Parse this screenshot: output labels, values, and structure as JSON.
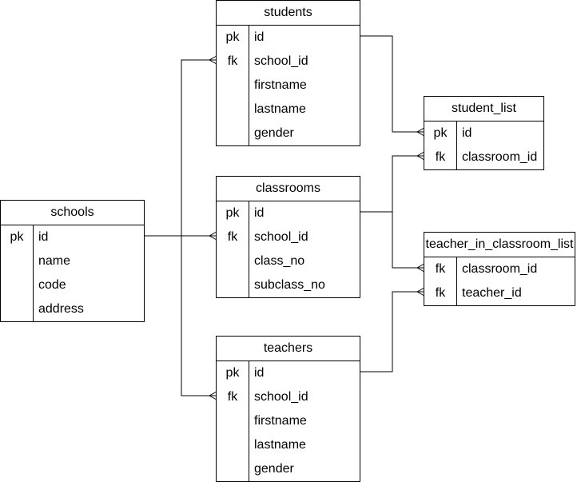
{
  "tables": {
    "students": {
      "title": "students",
      "rows": [
        {
          "key": "pk",
          "name": "id"
        },
        {
          "key": "fk",
          "name": "school_id"
        },
        {
          "key": "",
          "name": "firstname"
        },
        {
          "key": "",
          "name": "lastname"
        },
        {
          "key": "",
          "name": "gender"
        }
      ]
    },
    "student_list": {
      "title": "student_list",
      "rows": [
        {
          "key": "pk",
          "name": "id"
        },
        {
          "key": "fk",
          "name": "classroom_id"
        }
      ]
    },
    "classrooms": {
      "title": "classrooms",
      "rows": [
        {
          "key": "pk",
          "name": "id"
        },
        {
          "key": "fk",
          "name": "school_id"
        },
        {
          "key": "",
          "name": "class_no"
        },
        {
          "key": "",
          "name": "subclass_no"
        }
      ]
    },
    "schools": {
      "title": "schools",
      "rows": [
        {
          "key": "pk",
          "name": "id"
        },
        {
          "key": "",
          "name": "name"
        },
        {
          "key": "",
          "name": "code"
        },
        {
          "key": "",
          "name": "address"
        }
      ]
    },
    "teacher_in_classroom_list": {
      "title": "teacher_in_classroom_list",
      "rows": [
        {
          "key": "fk",
          "name": "classroom_id"
        },
        {
          "key": "fk",
          "name": "teacher_id"
        }
      ]
    },
    "teachers": {
      "title": "teachers",
      "rows": [
        {
          "key": "pk",
          "name": "id"
        },
        {
          "key": "fk",
          "name": "school_id"
        },
        {
          "key": "",
          "name": "firstname"
        },
        {
          "key": "",
          "name": "lastname"
        },
        {
          "key": "",
          "name": "gender"
        }
      ]
    }
  },
  "relationships": [
    {
      "from": "schools.id",
      "to": "students.school_id",
      "notation": "one-to-many"
    },
    {
      "from": "schools.id",
      "to": "classrooms.school_id",
      "notation": "one-to-many"
    },
    {
      "from": "schools.id",
      "to": "teachers.school_id",
      "notation": "one-to-many"
    },
    {
      "from": "students.id",
      "to": "student_list.id",
      "notation": "one-to-many"
    },
    {
      "from": "classrooms.id",
      "to": "student_list.classroom_id",
      "notation": "one-to-many"
    },
    {
      "from": "classrooms.id",
      "to": "teacher_in_classroom_list.classroom_id",
      "notation": "one-to-many"
    },
    {
      "from": "teachers.id",
      "to": "teacher_in_classroom_list.teacher_id",
      "notation": "one-to-many"
    }
  ]
}
